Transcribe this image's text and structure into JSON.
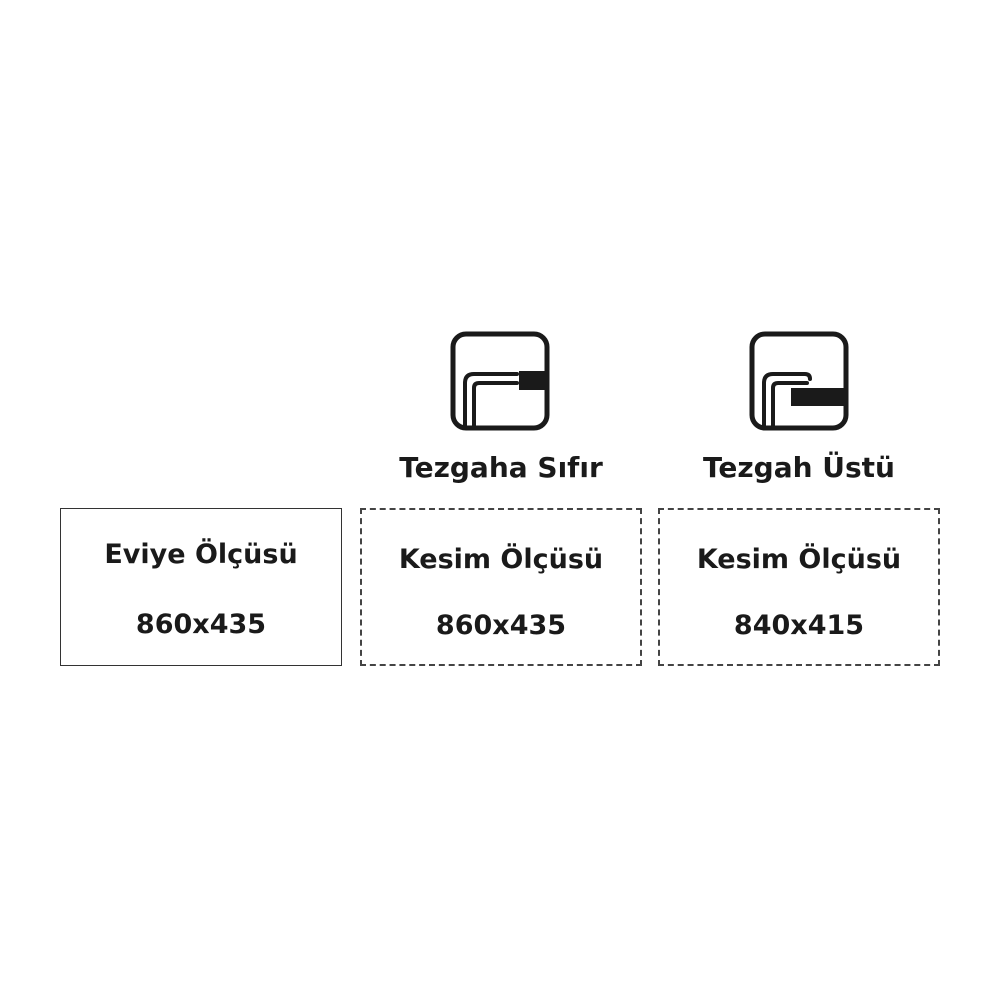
{
  "sink": {
    "label": "Eviye Ölçüsü",
    "size": "860x435"
  },
  "flush_mount": {
    "icon": "flush-mount-sink-icon",
    "title": "Tezgaha Sıfır",
    "cut_label": "Kesim Ölçüsü",
    "cut_size": "860x435"
  },
  "top_mount": {
    "icon": "top-mount-sink-icon",
    "title": "Tezgah Üstü",
    "cut_label": "Kesim Ölçüsü",
    "cut_size": "840x415"
  },
  "colors": {
    "ink": "#1a1a1a",
    "border": "#333333",
    "background": "#ffffff"
  }
}
